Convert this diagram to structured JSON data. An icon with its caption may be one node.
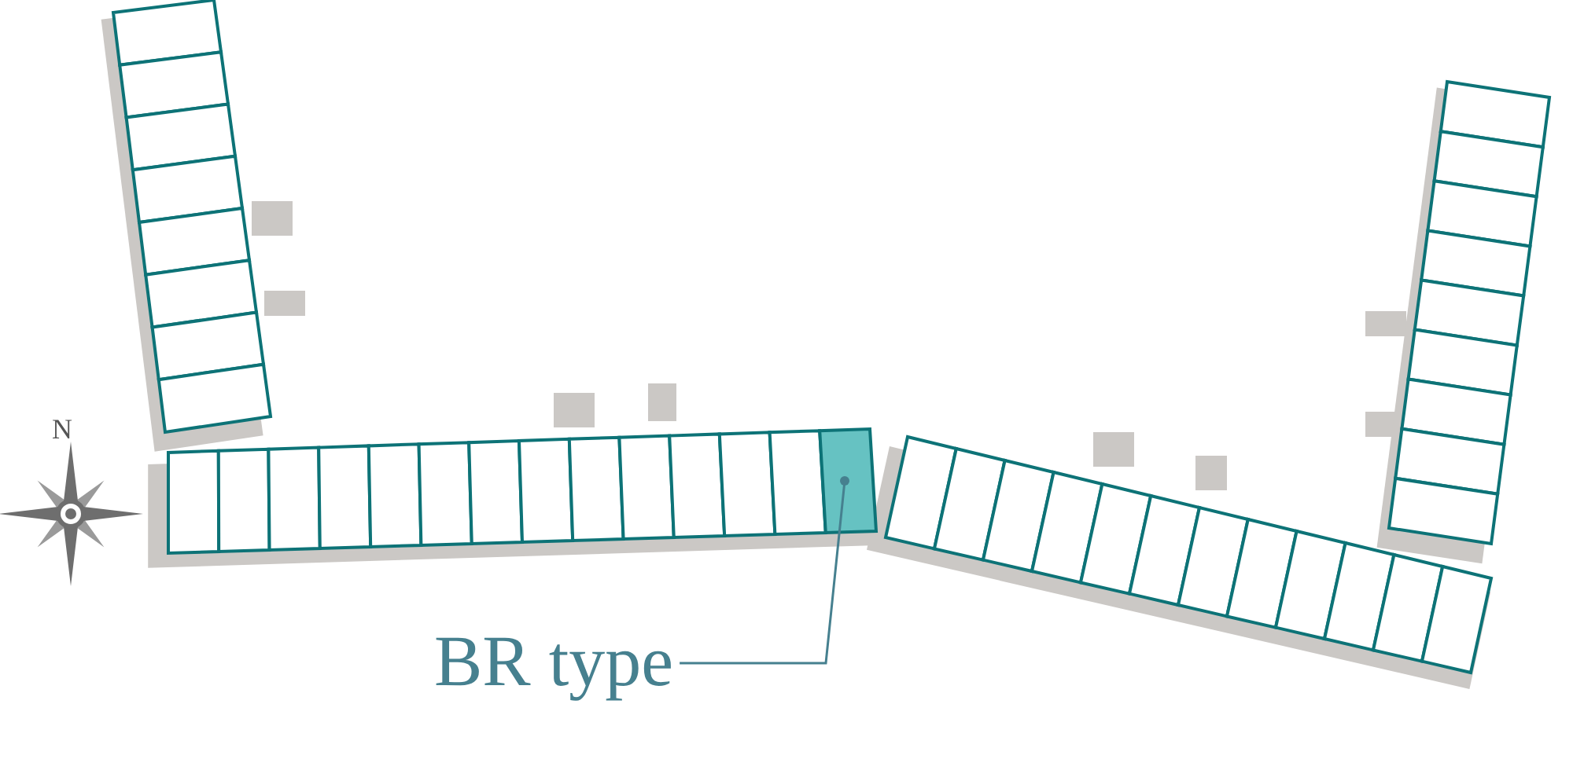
{
  "diagram": {
    "nodes": [
      {
        "text": [
          "BR type"
        ]
      },
      {
        "text": [],
        "shape": "box"
      }
    ],
    "edges": [
      {
        "from": 0,
        "to": 1,
        "arrow": "other"
      }
    ],
    "labels": [
      "N"
    ]
  }
}
